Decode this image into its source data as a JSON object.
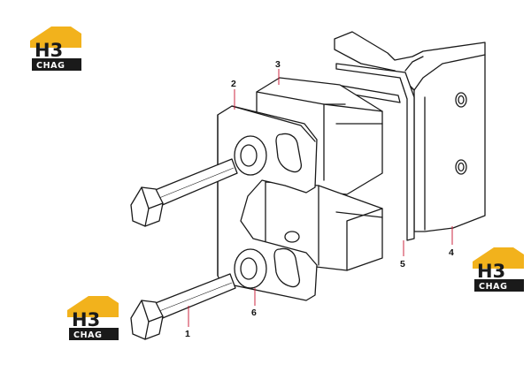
{
  "logos": [
    {
      "id": "logo-top-left",
      "top": "H3",
      "bottom": "CHAG"
    },
    {
      "id": "logo-right",
      "top": "H3",
      "bottom": "CHAG"
    },
    {
      "id": "logo-bottom-left",
      "top": "H3",
      "bottom": "CHAG"
    }
  ],
  "callouts": {
    "c1": "1",
    "c2": "2",
    "c3": "3",
    "c4": "4",
    "c5": "5",
    "c6": "6"
  },
  "colors": {
    "logo_yellow": "#f2b21c",
    "logo_dark": "#1a1a1a",
    "outline": "#1a1a1a",
    "fill": "#ffffff"
  }
}
